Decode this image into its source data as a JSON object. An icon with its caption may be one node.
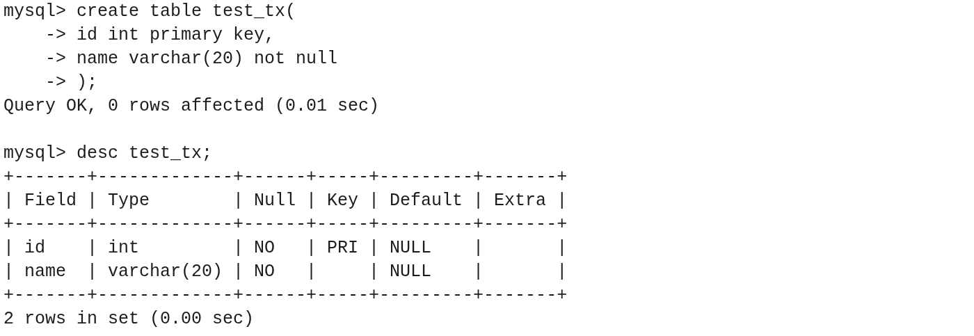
{
  "diagram": {
    "labels": [
      "mysql> create table test_tx(",
      "    -> id int primary key,",
      "    -> name varchar(20) not null",
      "    -> );",
      "Query OK, 0 rows affected (0.01 sec)",
      "mysql> desc test_tx;",
      "+-------+-------------+------+-----+---------+-------+",
      "| Field | Type        | Null | Key | Default | Extra |",
      "+-------+-------------+------+-----+---------+-------+",
      "| id    | int         | NO   | PRI | NULL    |       |",
      "| name  | varchar(20) | NO   |     | NULL    |       |",
      "+-------+-------------+------+-----+---------+-------+",
      "2 rows in set (0.00 sec)"
    ]
  }
}
